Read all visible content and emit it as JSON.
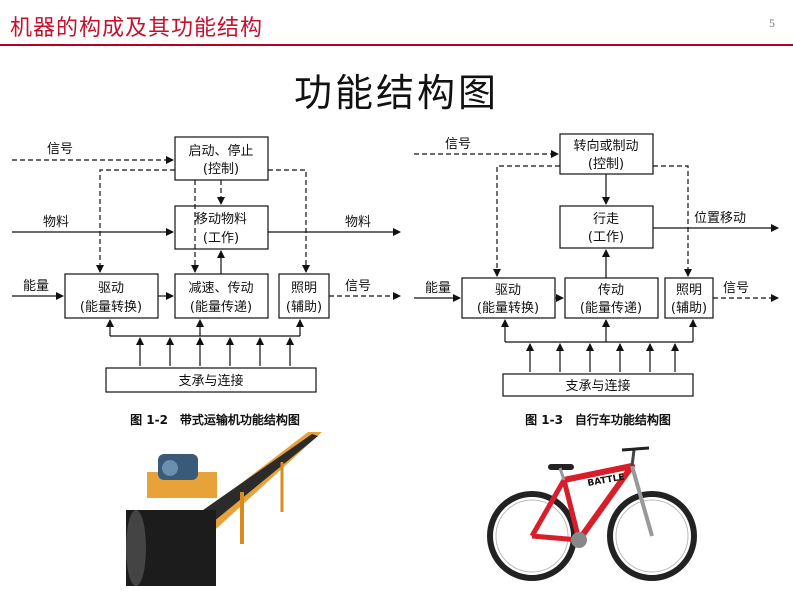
{
  "header": {
    "title": "机器的构成及其功能结构",
    "page_number": "5"
  },
  "main_heading": "功能结构图",
  "figure_left": {
    "caption": "图 1-2　带式运输机功能结构图",
    "top_box": [
      "启动、停止",
      "(控制)"
    ],
    "mid_box": [
      "移动物料",
      "(工作)"
    ],
    "drive_box": [
      "驱动",
      "(能量转换)"
    ],
    "trans_box": [
      "减速、传动",
      "(能量传递)"
    ],
    "light_box": [
      "照明",
      "(辅助)"
    ],
    "support_box": "支承与连接",
    "label_signal_in": "信号",
    "label_material_in": "物料",
    "label_material_out": "物料",
    "label_energy": "能量",
    "label_signal_out": "信号"
  },
  "figure_right": {
    "caption": "图 1-3　自行车功能结构图",
    "top_box": [
      "转向或制动",
      "(控制)"
    ],
    "mid_box": [
      "行走",
      "(工作)"
    ],
    "drive_box": [
      "驱动",
      "(能量转换)"
    ],
    "trans_box": [
      "传动",
      "(能量传递)"
    ],
    "light_box": [
      "照明",
      "(辅助)"
    ],
    "support_box": "支承与连接",
    "label_signal_in": "信号",
    "label_output": "位置移动",
    "label_energy": "能量",
    "label_signal_out": "信号"
  },
  "photos": {
    "conveyor_icon": "conveyor-belt-photo",
    "bicycle_icon": "bicycle-photo",
    "bike_brand": "BATTLE"
  },
  "colors": {
    "title_red": "#c8102e",
    "rule_red": "#b8001f",
    "conveyor_orange": "#e8a23a",
    "bike_red": "#d81e2a"
  }
}
